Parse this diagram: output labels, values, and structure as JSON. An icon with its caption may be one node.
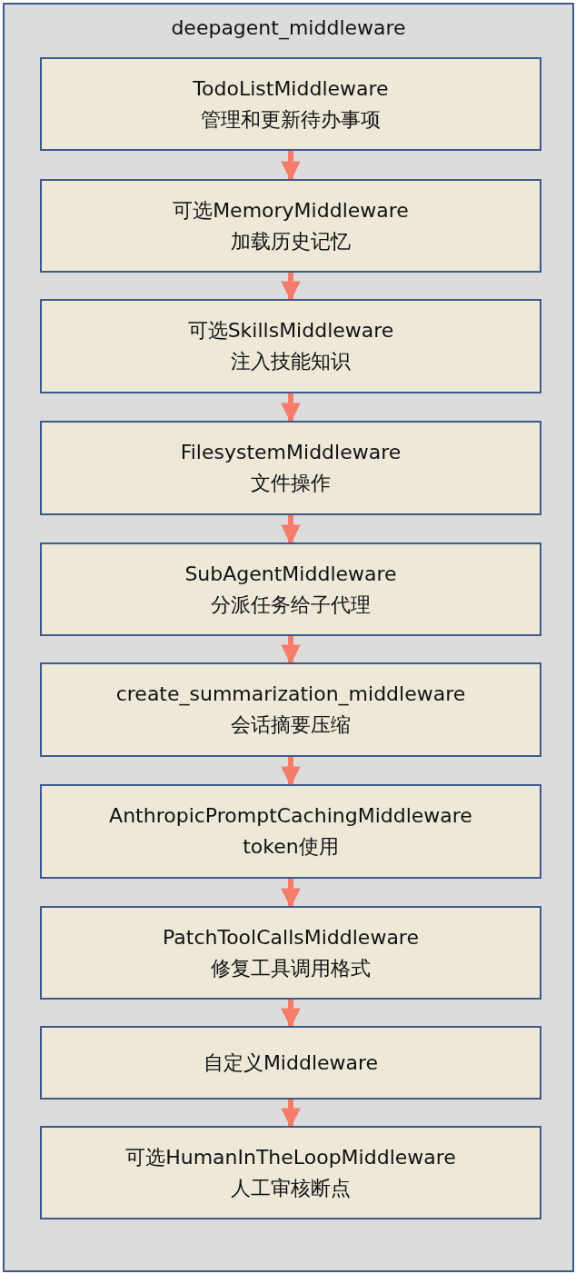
{
  "diagram": {
    "nodes": [
      {
        "text": [
          "deepagent_middleware"
        ]
      },
      {
        "text": [
          "TodoListMiddleware",
          "管理和更新待办事项"
        ],
        "in": 0
      },
      {
        "text": [
          "可选MemoryMiddleware",
          "加载历史记忆"
        ],
        "in": 0
      },
      {
        "text": [
          "可选SkillsMiddleware",
          "注入技能知识"
        ],
        "in": 0
      },
      {
        "text": [
          "FilesystemMiddleware",
          "文件操作"
        ],
        "in": 0
      },
      {
        "text": [
          "SubAgentMiddleware",
          "分派任务给子代理"
        ],
        "in": 0
      },
      {
        "text": [
          "create_summarization_middleware",
          "会话摘要压缩"
        ],
        "in": 0
      },
      {
        "text": [
          "AnthropicPromptCachingMiddleware",
          "token使用"
        ],
        "in": 0
      },
      {
        "text": [
          "PatchToolCallsMiddleware",
          "修复工具调用格式"
        ],
        "in": 0
      },
      {
        "text": [
          "自定义Middleware"
        ],
        "in": 0
      },
      {
        "text": [
          "可选HumanInTheLoopMiddleware",
          "人工审核断点"
        ],
        "in": 0
      }
    ],
    "edges": [
      {
        "from": 1,
        "to": 2,
        "arrow": "to"
      },
      {
        "from": 2,
        "to": 3,
        "arrow": "to"
      },
      {
        "from": 3,
        "to": 4,
        "arrow": "to"
      },
      {
        "from": 4,
        "to": 5,
        "arrow": "to"
      },
      {
        "from": 5,
        "to": 6,
        "arrow": "to"
      },
      {
        "from": 6,
        "to": 7,
        "arrow": "to"
      },
      {
        "from": 7,
        "to": 8,
        "arrow": "to"
      },
      {
        "from": 8,
        "to": 9,
        "arrow": "to"
      },
      {
        "from": 9,
        "to": 10,
        "arrow": "to"
      }
    ]
  }
}
